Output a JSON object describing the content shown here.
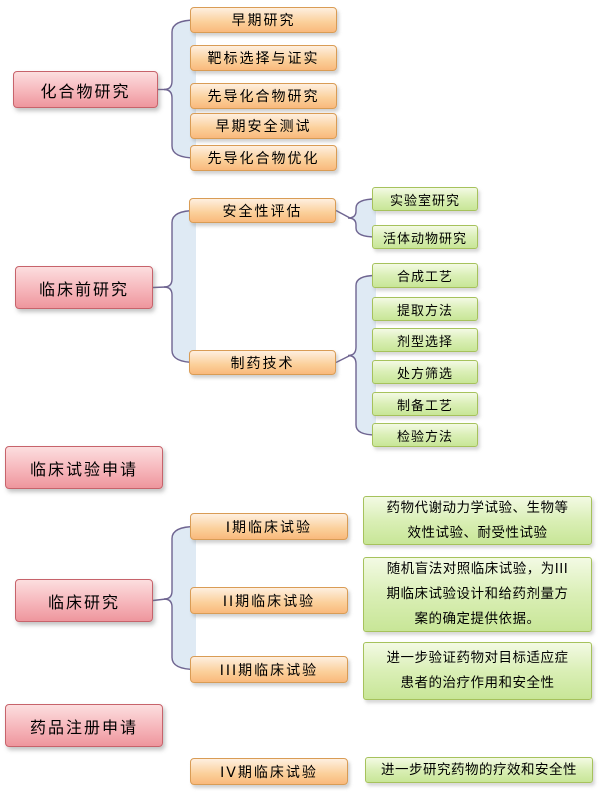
{
  "colors": {
    "stage_border": "#c7636b",
    "stage_fill_top": "#fcdedf",
    "stage_fill_bottom": "#ee969d",
    "phase_border": "#d99c55",
    "phase_fill_top": "#feefe0",
    "phase_fill_bottom": "#f9b97c",
    "detail_border": "#a6c25c",
    "detail_fill_top": "#f3fae4",
    "detail_fill_bottom": "#c8e697",
    "connector_fill": "#dfeaf4",
    "connector_stroke": "#6f6591",
    "text": "#000000"
  },
  "nodes": {
    "stage_compound": "化合物研究",
    "stage_preclinical": "临床前研究",
    "stage_trial_application": "临床试验申请",
    "stage_clinical": "临床研究",
    "stage_registration": "药品注册申请",
    "compound_children": [
      "早期研究",
      "靶标选择与证实",
      "先导化合物研究",
      "早期安全测试",
      "先导化合物优化"
    ],
    "preclinical_children": [
      "安全性评估",
      "制药技术"
    ],
    "safety_children": [
      "实验室研究",
      "活体动物研究"
    ],
    "pharmtech_children": [
      "合成工艺",
      "提取方法",
      "剂型选择",
      "处方筛选",
      "制备工艺",
      "检验方法"
    ],
    "clinical_children": [
      "I期临床试验",
      "II期临床试验",
      "III期临床试验"
    ],
    "registration_children": [
      "IV期临床试验"
    ],
    "phase_descriptions": {
      "phase1": "药物代谢动力学试验、生物等\n效性试验、耐受性试验",
      "phase2": "随机盲法对照临床试验，为III\n期临床试验设计和给药剂量方\n案的确定提供依据。",
      "phase3": "进一步验证药物对目标适应症\n患者的治疗作用和安全性",
      "phase4": "进一步研究药物的疗效和安全性"
    }
  }
}
